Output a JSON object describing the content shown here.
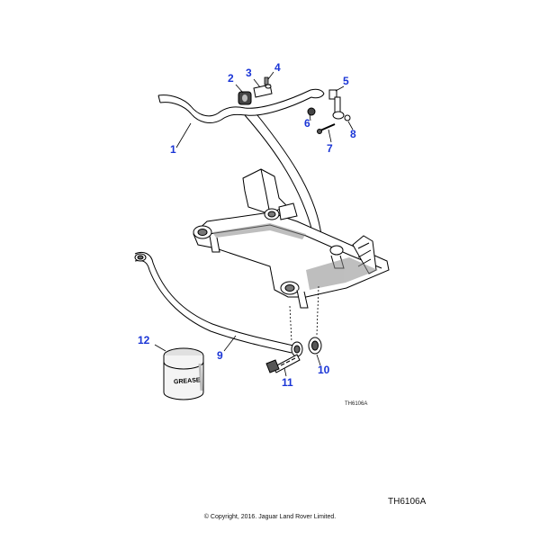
{
  "callouts": {
    "c1": "1",
    "c2": "2",
    "c3": "3",
    "c4": "4",
    "c5": "5",
    "c6": "6",
    "c7": "7",
    "c8": "8",
    "c9": "9",
    "c10": "10",
    "c11": "11",
    "c12": "12"
  },
  "grease_label": "GREASE",
  "figure_code_small": "TH6106A",
  "figure_code": "TH6106A",
  "copyright": "© Copyright, 2016. Jaguar Land Rover Limited.",
  "colors": {
    "callout": "#1a35d6",
    "line": "#000000",
    "shade": "#8a8a8a"
  }
}
